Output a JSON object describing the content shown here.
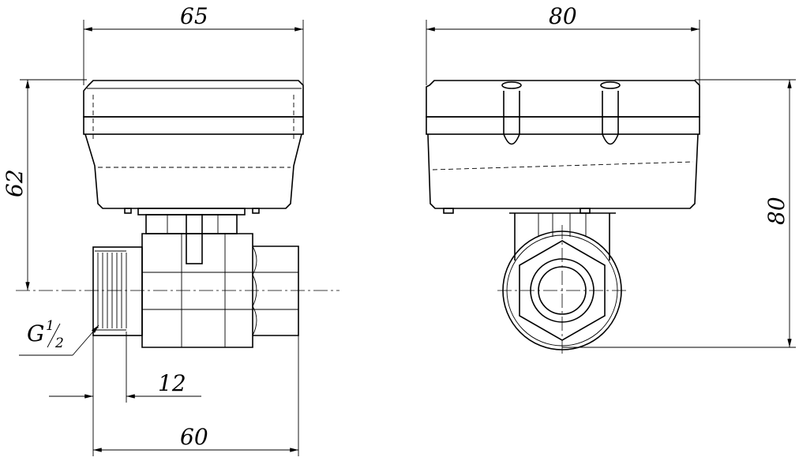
{
  "dimensions": {
    "side_width": "65",
    "front_width": "80",
    "side_height": "62",
    "front_height": "80",
    "thread_label_letter": "G",
    "thread_label_num": "1",
    "thread_label_den": "2",
    "thread_depth": "12",
    "body_length": "60"
  }
}
